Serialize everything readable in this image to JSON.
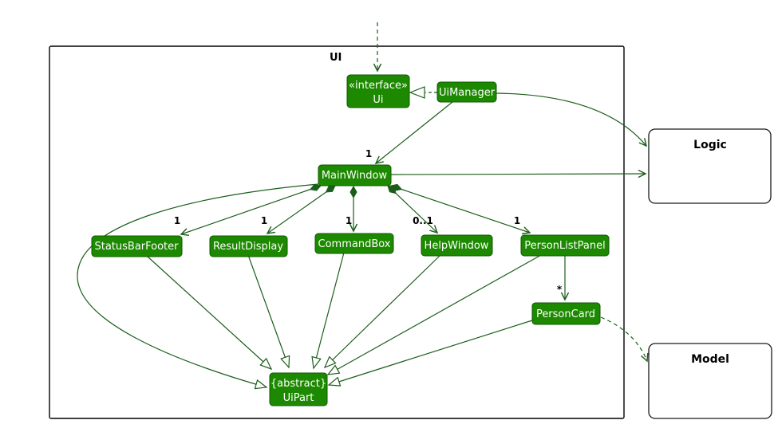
{
  "package": {
    "label": "UI"
  },
  "classes": {
    "ui_interface": {
      "stereotype": "«interface»",
      "name": "Ui"
    },
    "ui_manager": {
      "name": "UiManager"
    },
    "main_window": {
      "name": "MainWindow"
    },
    "status_bar_footer": {
      "name": "StatusBarFooter"
    },
    "result_display": {
      "name": "ResultDisplay"
    },
    "command_box": {
      "name": "CommandBox"
    },
    "help_window": {
      "name": "HelpWindow"
    },
    "person_list_panel": {
      "name": "PersonListPanel"
    },
    "person_card": {
      "name": "PersonCard"
    },
    "ui_part": {
      "modifier": "{abstract}",
      "name": "UiPart"
    }
  },
  "externals": {
    "logic": {
      "name": "Logic"
    },
    "model": {
      "name": "Model"
    }
  },
  "multiplicities": {
    "uimanager_to_mainwindow": "1",
    "mainwindow_to_statusbarfooter": "1",
    "mainwindow_to_resultdisplay": "1",
    "mainwindow_to_commandbox": "1",
    "mainwindow_to_helpwindow": "0..1",
    "mainwindow_to_personlistpanel": "1",
    "personlistpanel_to_personcard": "*"
  },
  "colors": {
    "class_fill": "#1D8900",
    "class_border": "#0E5A00",
    "class_text": "#FFFFFF",
    "edge": "#1B5E1B",
    "frame_border": "#000000",
    "label_text": "#000000"
  }
}
